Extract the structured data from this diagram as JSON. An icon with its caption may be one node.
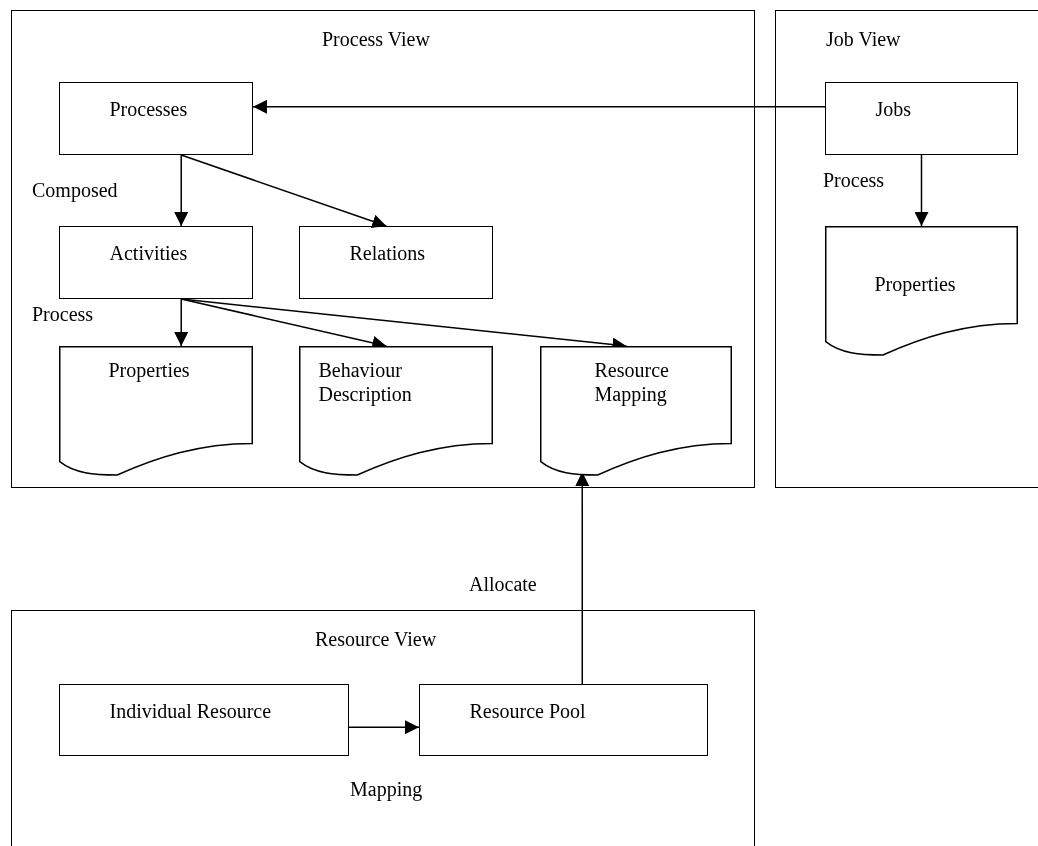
{
  "diagram": {
    "nodes": [
      {
        "text": [
          "Process View"
        ]
      },
      {
        "text": [
          "Processes"
        ],
        "in": 0
      },
      {
        "text": [
          "Activities"
        ],
        "in": 0
      },
      {
        "text": [
          "Relations"
        ],
        "in": 0
      },
      {
        "text": [
          "Properties"
        ],
        "in": 0
      },
      {
        "text": [
          "Behaviour Description"
        ],
        "in": 0
      },
      {
        "text": [
          "Resource Mapping"
        ],
        "in": 0
      },
      {
        "text": [
          "Job View"
        ]
      },
      {
        "text": [
          "Jobs"
        ],
        "in": 7
      },
      {
        "text": [
          "Properties"
        ],
        "in": 7
      },
      {
        "text": [
          "Resource View"
        ]
      },
      {
        "text": [
          "Individual Resource"
        ],
        "in": 10
      },
      {
        "text": [
          "Resource Pool"
        ],
        "in": 10
      }
    ],
    "edges": [
      {
        "from": 8,
        "to": 1,
        "arrow": "to"
      },
      {
        "from": 1,
        "to": 2,
        "arrow": "to",
        "label": "Composed"
      },
      {
        "from": 1,
        "to": 3,
        "arrow": "to"
      },
      {
        "from": 2,
        "to": 4,
        "arrow": "to",
        "label": "Process"
      },
      {
        "from": 2,
        "to": 5,
        "arrow": "to"
      },
      {
        "from": 2,
        "to": 6,
        "arrow": "to"
      },
      {
        "from": 8,
        "to": 9,
        "arrow": "to",
        "label": "Process"
      },
      {
        "from": 12,
        "to": 6,
        "arrow": "to",
        "label": "Allocate"
      },
      {
        "from": 11,
        "to": 12,
        "arrow": "to",
        "label": "Mapping"
      }
    ]
  }
}
